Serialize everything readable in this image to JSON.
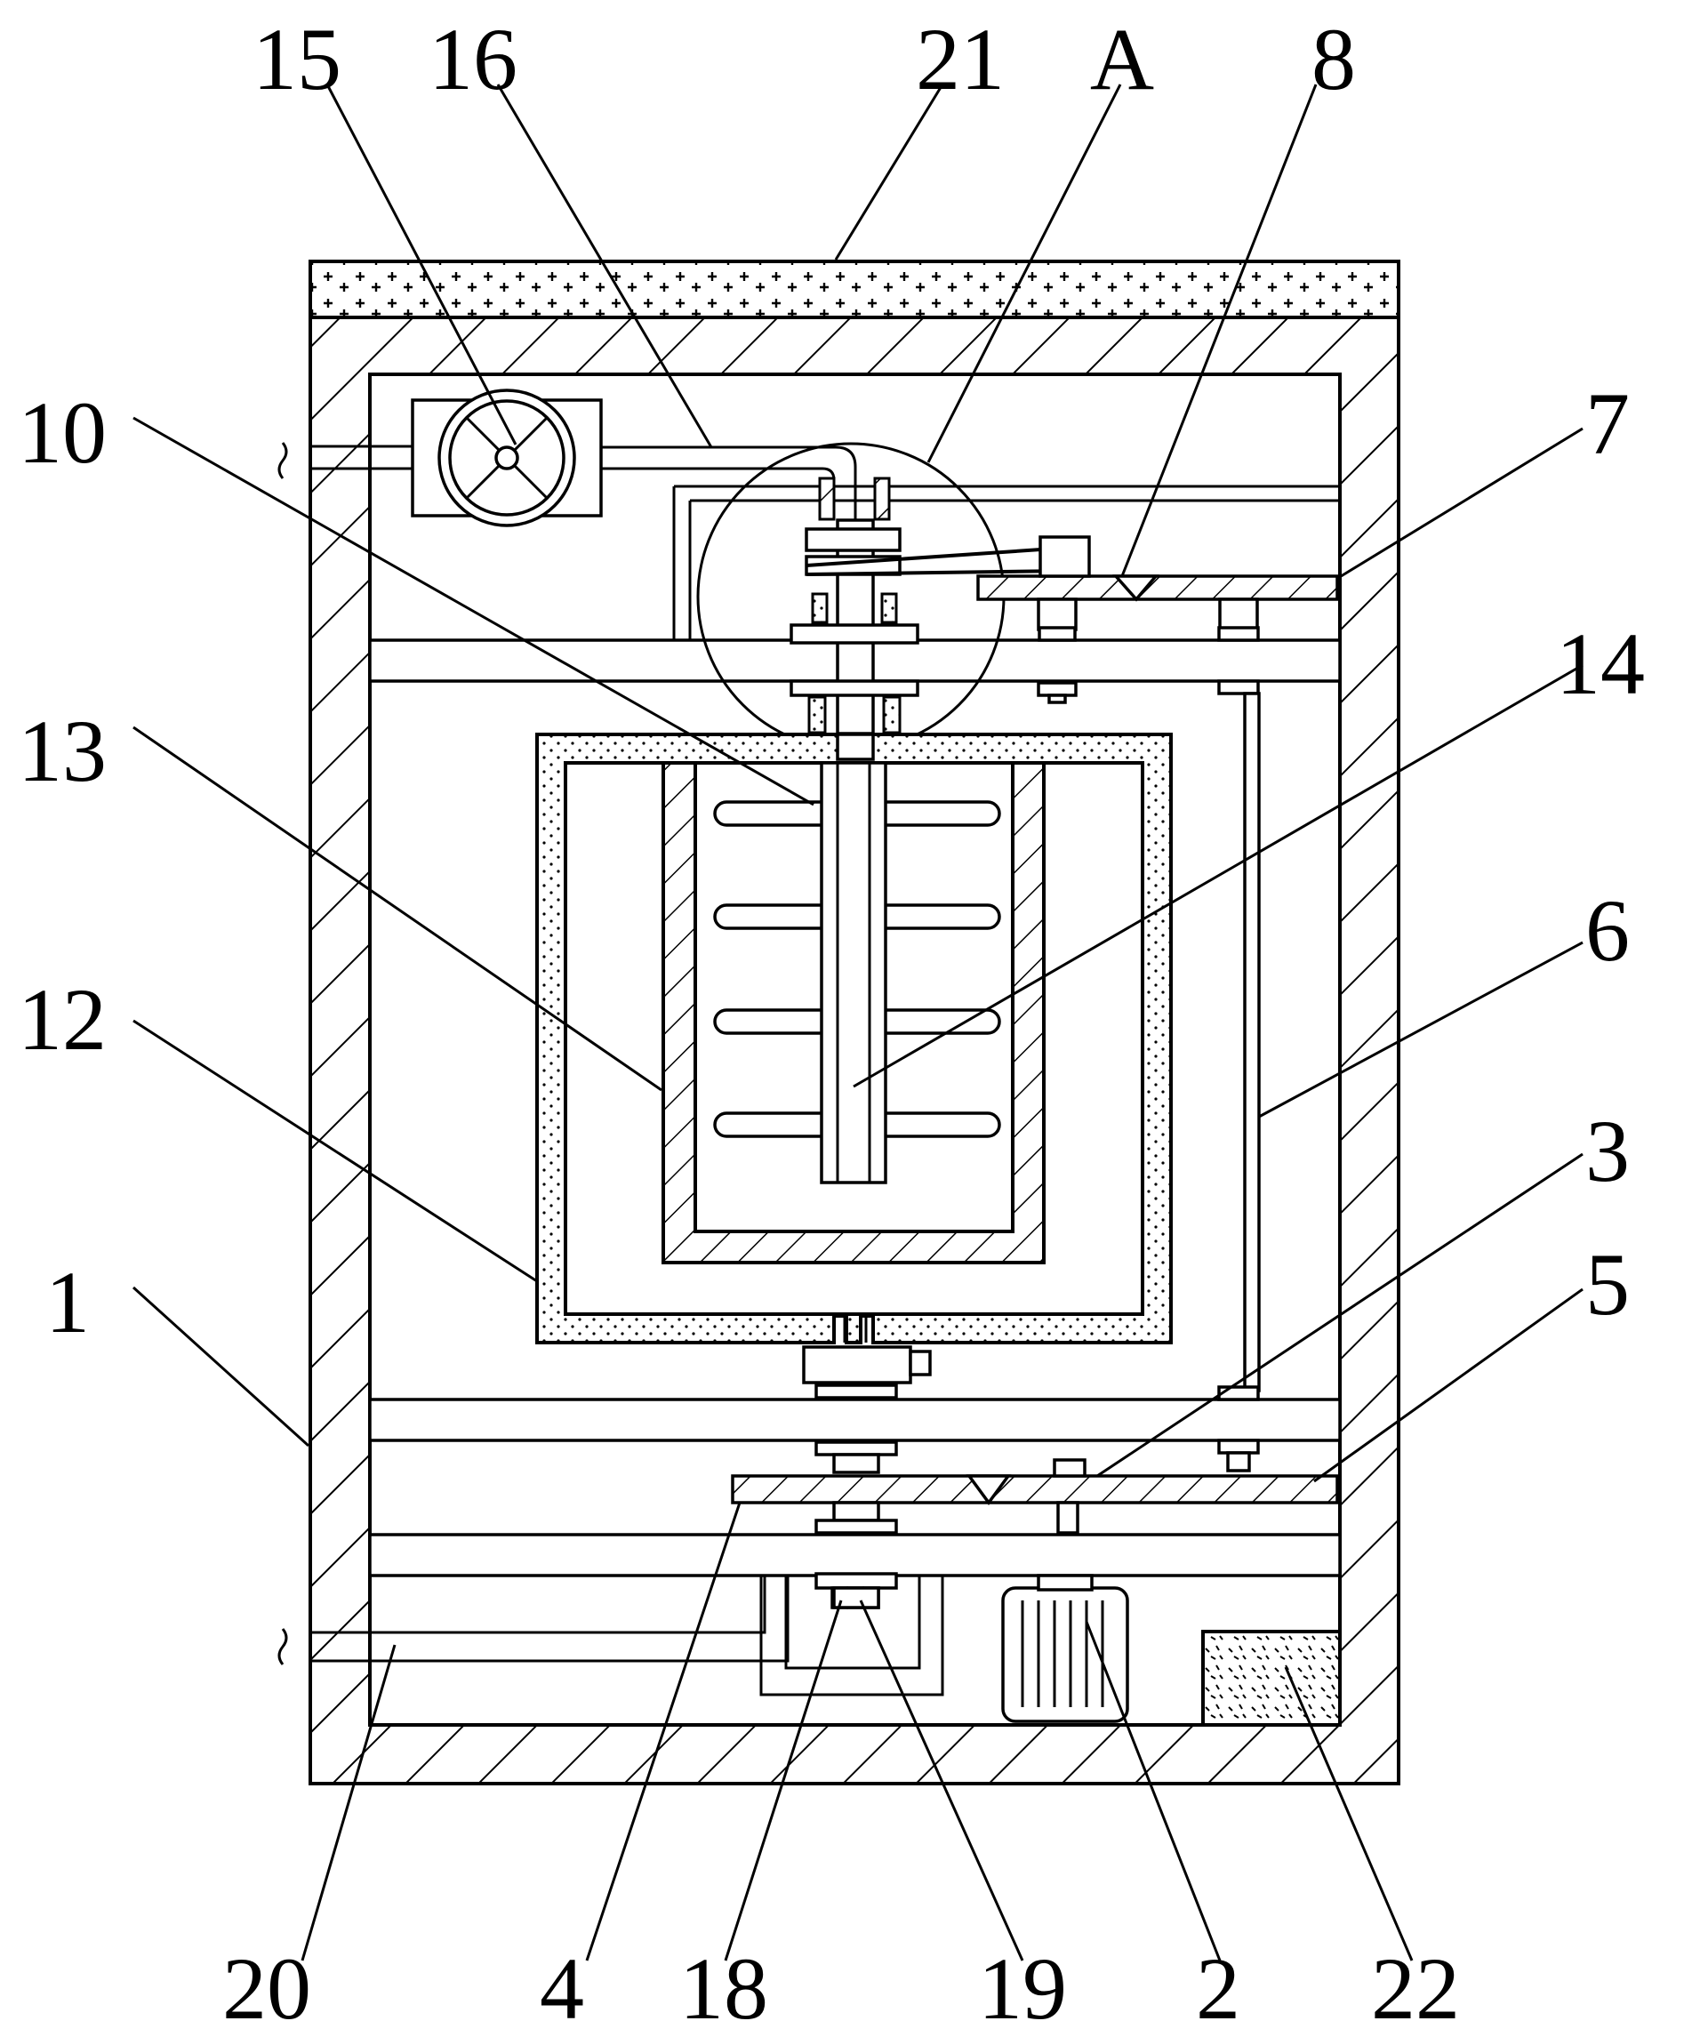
{
  "labels": {
    "l15": "15",
    "l16": "16",
    "l21": "21",
    "lA": "A",
    "l8": "8",
    "l10": "10",
    "l7": "7",
    "l14": "14",
    "l13": "13",
    "l6": "6",
    "l12": "12",
    "l3": "3",
    "l1": "1",
    "l5": "5",
    "l20": "20",
    "l4": "4",
    "l18": "18",
    "l19": "19",
    "l2": "2",
    "l22": "22"
  }
}
